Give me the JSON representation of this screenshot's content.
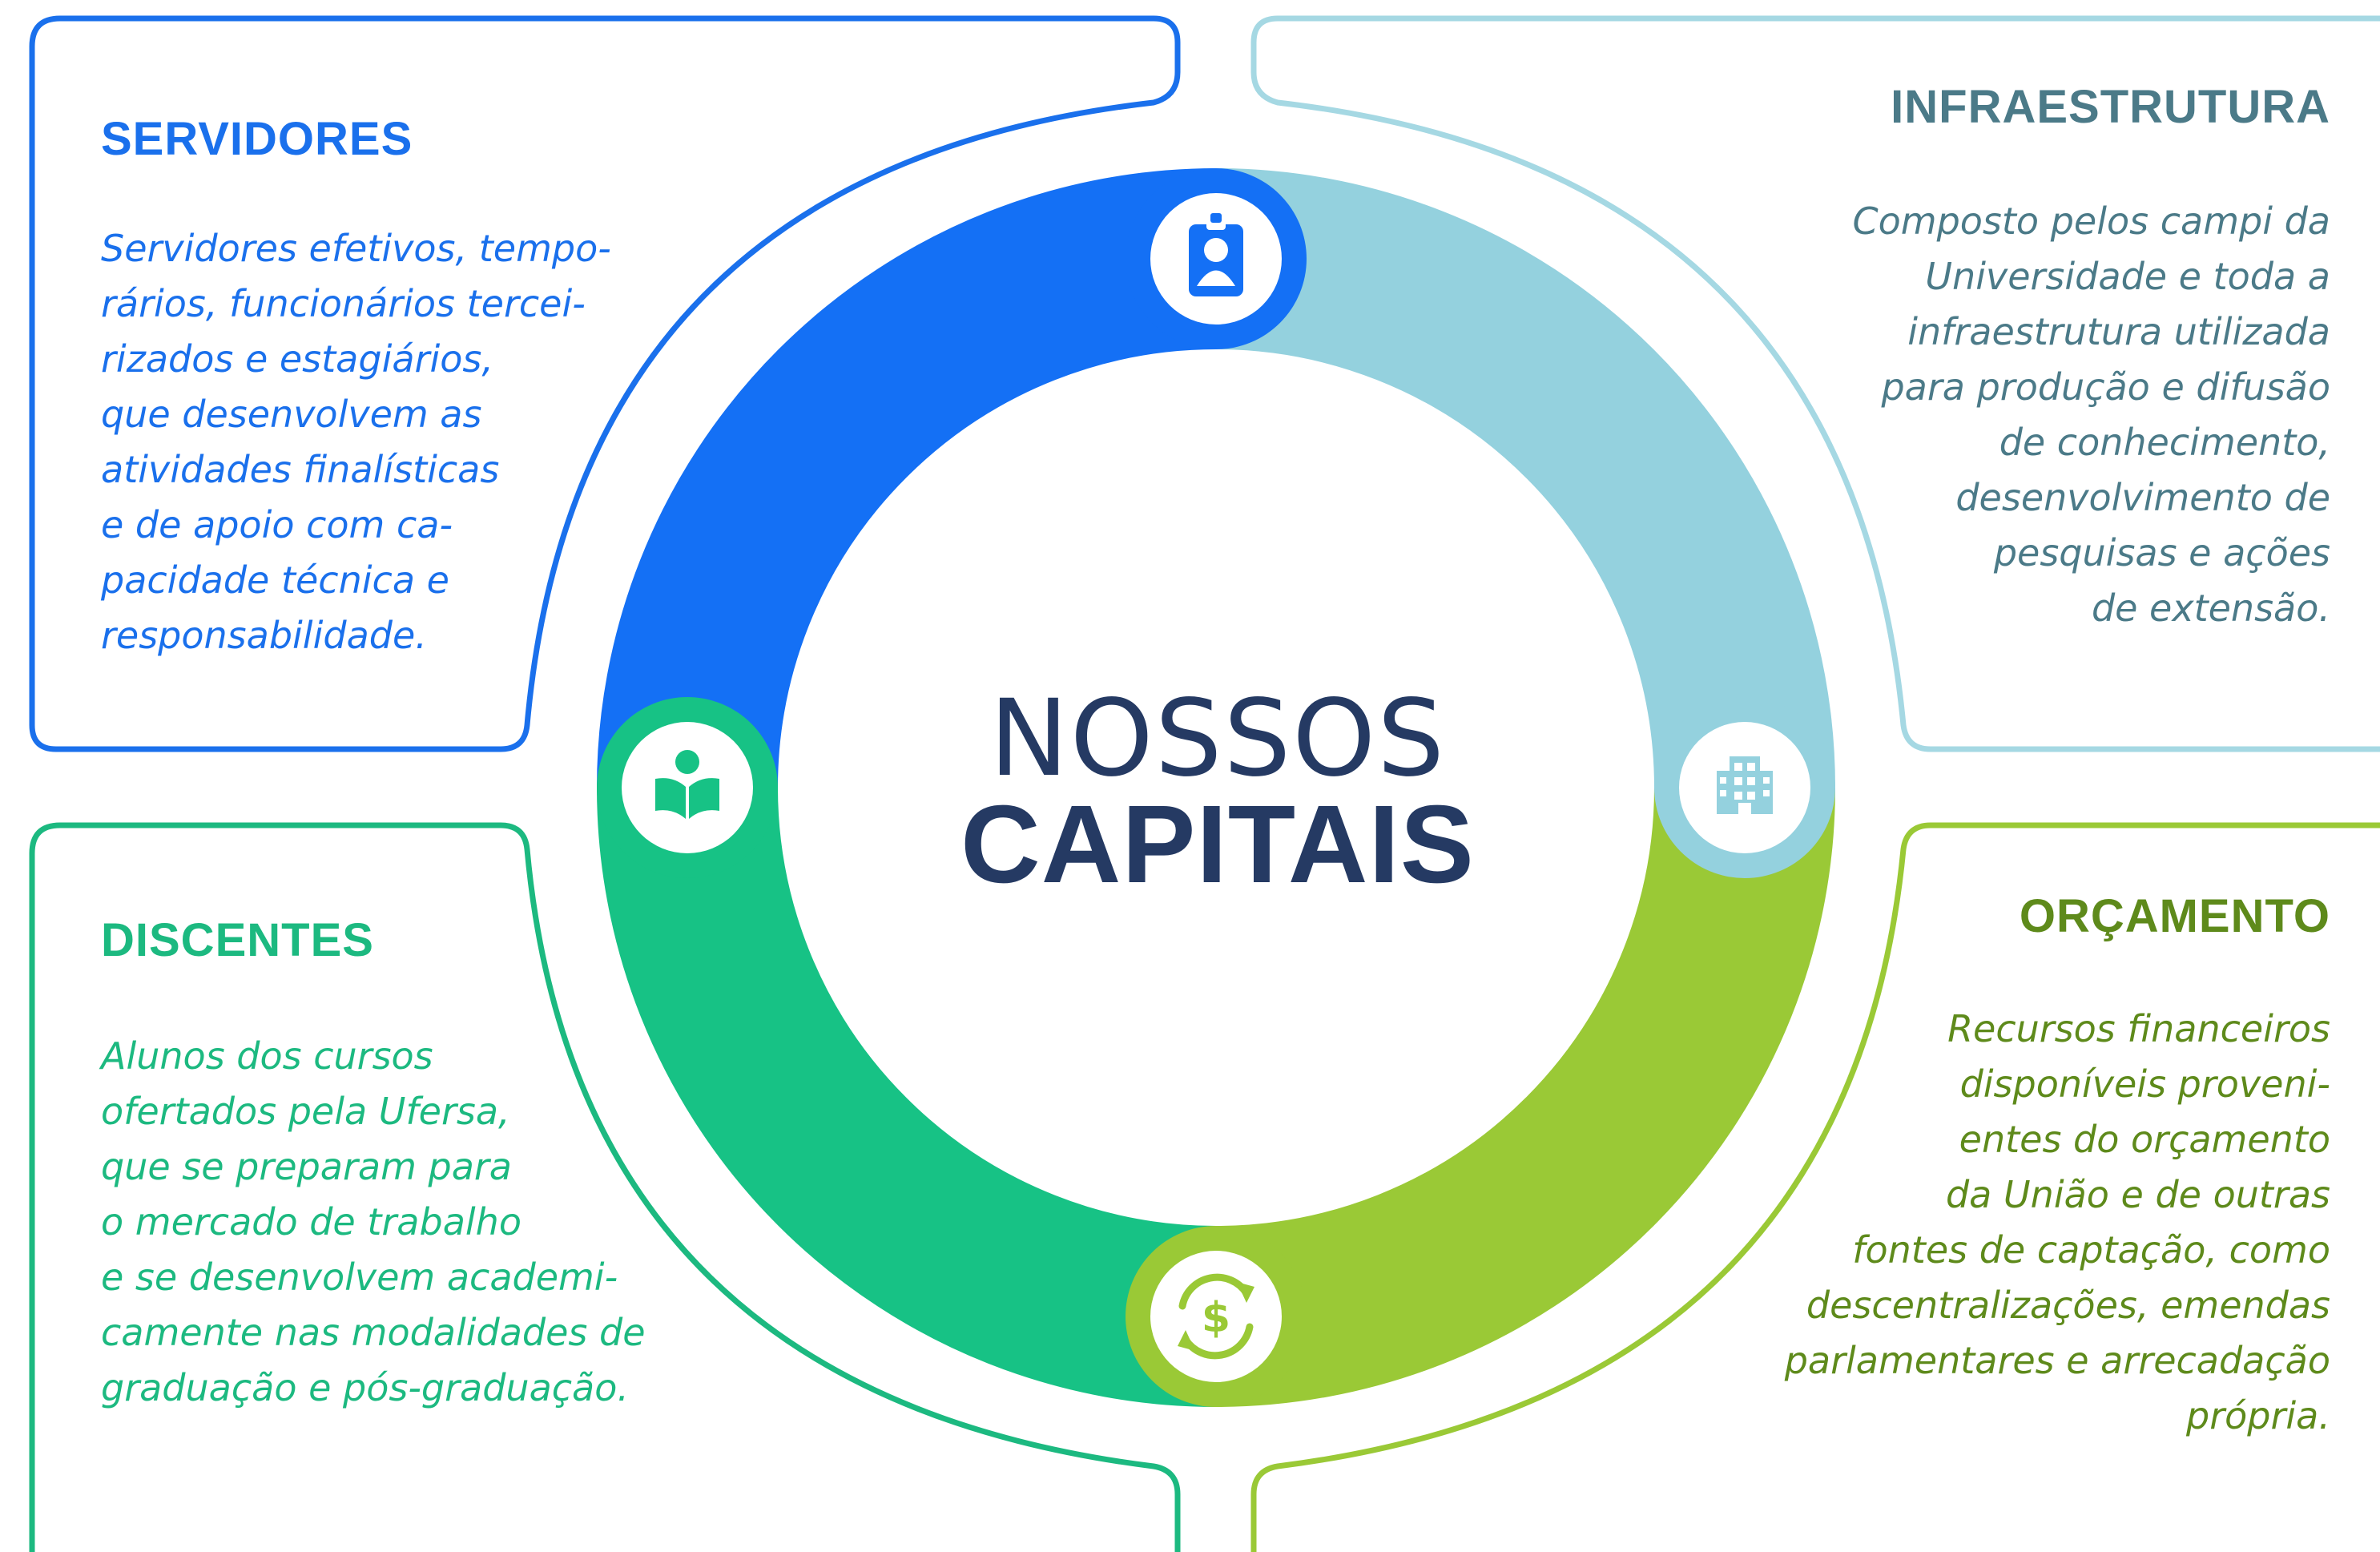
{
  "center": {
    "line1": "NOSSOS",
    "line2": "CAPITAIS"
  },
  "panels": {
    "servidores": {
      "title": "SERVIDORES",
      "lines": [
        "Servidores efetivos, tempo-",
        "rários, funcionários tercei-",
        "rizados e estagiários,",
        "que desenvolvem  as",
        "atividades finalísticas",
        "e de apoio com ca-",
        "pacidade técnica e",
        "responsabilidade."
      ],
      "color": "#1a70ec",
      "icon": "badge-icon"
    },
    "infraestrutura": {
      "title": "INFRAESTRUTURA",
      "lines": [
        "Composto pelos campi da",
        "Universidade e toda a",
        "infraestrutura utilizada",
        "para produção e difusão",
        "de conhecimento,",
        "desenvolvimento de",
        "pesquisas e ações",
        "de extensão."
      ],
      "color": "#4b7a88",
      "icon": "building-icon"
    },
    "discentes": {
      "title": "DISCENTES",
      "lines": [
        "Alunos dos cursos",
        "ofertados pela Ufersa,",
        "que se preparam para",
        "o mercado de trabalho",
        "e se desenvolvem academi-",
        "camente nas modalidades de",
        "graduação e pós-graduação."
      ],
      "color": "#1cb980",
      "icon": "reading-student-icon"
    },
    "orcamento": {
      "title": "ORÇAMENTO",
      "lines": [
        "Recursos financeiros",
        "disponíveis proveni-",
        "entes do orçamento",
        "da União e de outras",
        "fontes de captação, como",
        "descentralizações, emendas",
        "parlamentares e arrecadação",
        "própria."
      ],
      "color": "#5e8a1b",
      "icon": "money-exchange-icon"
    }
  },
  "colors": {
    "servidores_ring": "#1470f5",
    "infraestrutura_ring": "#94d1de",
    "discentes_ring": "#17c285",
    "orcamento_ring": "#9ac936",
    "center_text": "#253a63"
  }
}
